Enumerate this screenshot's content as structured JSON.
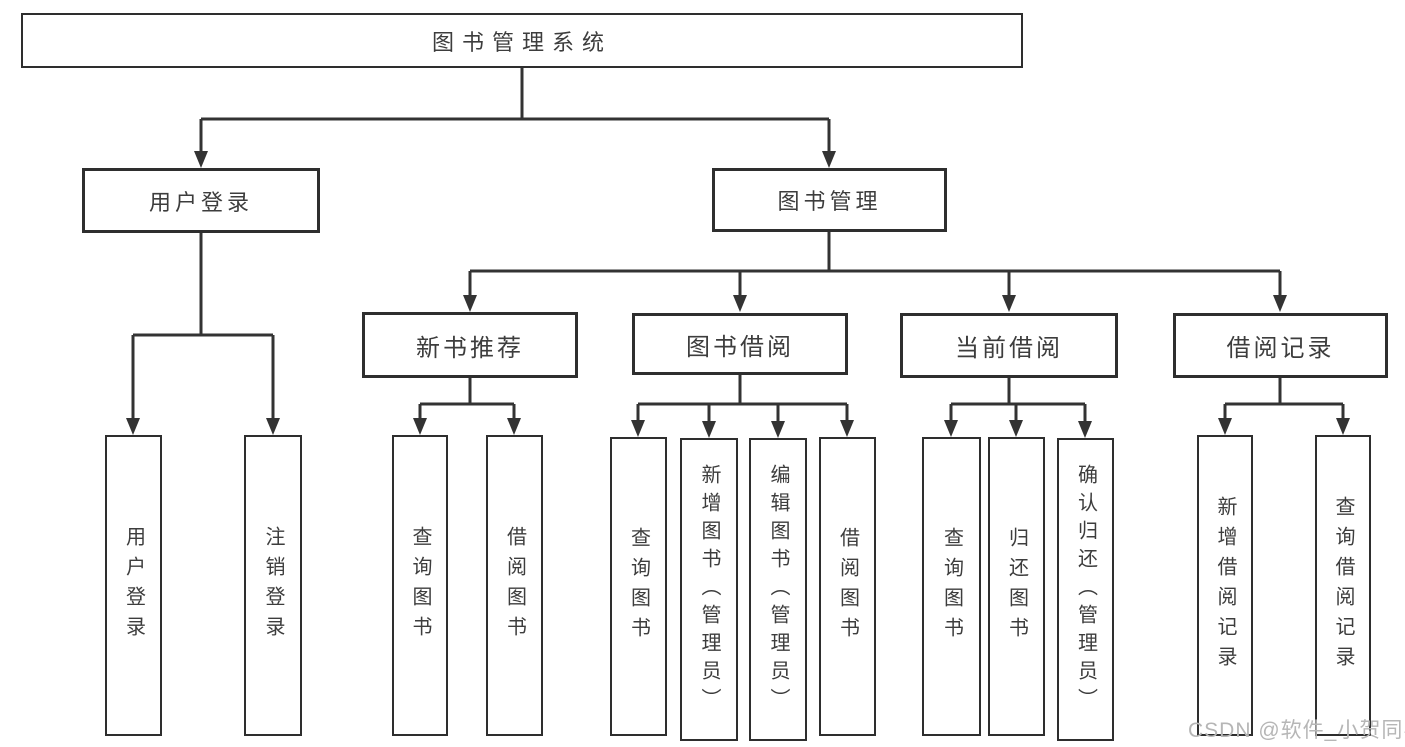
{
  "diagram_title": "图书管理系统",
  "colors": {
    "line": "#333333",
    "box_border": "#2e2e2e",
    "text": "#3d3d3d",
    "watermark": "#b6b6b6",
    "background": "#ffffff"
  },
  "tree": {
    "root": {
      "label": "图书管理系统"
    },
    "branches": [
      {
        "label": "用户登录",
        "children": [
          {
            "label": "用户登录"
          },
          {
            "label": "注销登录"
          }
        ]
      },
      {
        "label": "图书管理",
        "children": [
          {
            "label": "新书推荐",
            "children": [
              {
                "label": "查询图书"
              },
              {
                "label": "借阅图书"
              }
            ]
          },
          {
            "label": "图书借阅",
            "children": [
              {
                "label": "查询图书"
              },
              {
                "label": "新增图书（管理员）"
              },
              {
                "label": "编辑图书（管理员）"
              },
              {
                "label": "借阅图书"
              }
            ]
          },
          {
            "label": "当前借阅",
            "children": [
              {
                "label": "查询图书"
              },
              {
                "label": "归还图书"
              },
              {
                "label": "确认归还（管理员）"
              }
            ]
          },
          {
            "label": "借阅记录",
            "children": [
              {
                "label": "新增借阅记录"
              },
              {
                "label": "查询借阅记录"
              }
            ]
          }
        ]
      }
    ]
  },
  "watermark": {
    "text": "CSDN @软件_小贺同学"
  }
}
